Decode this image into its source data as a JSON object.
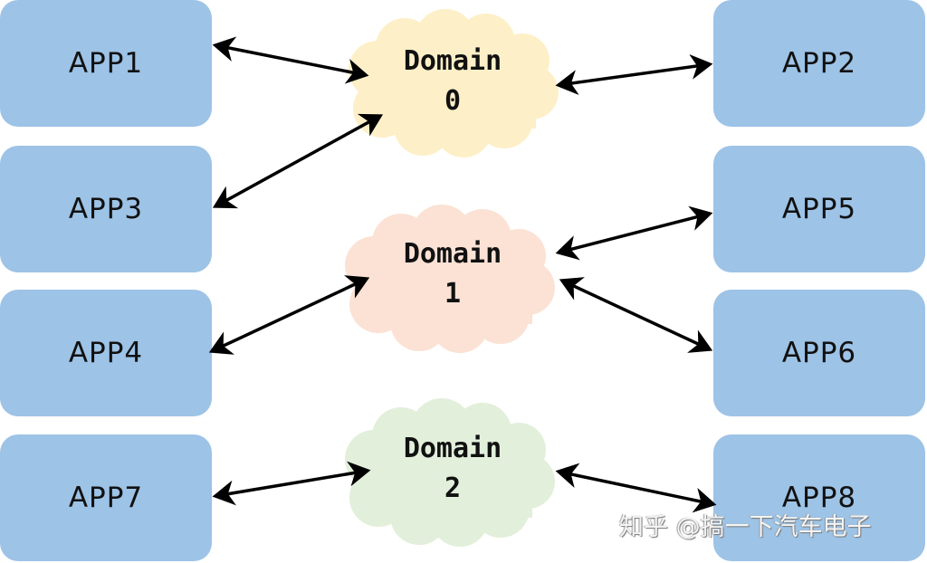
{
  "apps": [
    {
      "id": "app1",
      "label": "APP1"
    },
    {
      "id": "app2",
      "label": "APP2"
    },
    {
      "id": "app3",
      "label": "APP3"
    },
    {
      "id": "app4",
      "label": "APP4"
    },
    {
      "id": "app5",
      "label": "APP5"
    },
    {
      "id": "app6",
      "label": "APP6"
    },
    {
      "id": "app7",
      "label": "APP7"
    },
    {
      "id": "app8",
      "label": "APP8"
    }
  ],
  "domains": [
    {
      "id": "domain0",
      "line1": "Domain",
      "line2": "0",
      "color": "#fdf0c8",
      "connects": [
        "APP1",
        "APP3",
        "APP2"
      ]
    },
    {
      "id": "domain1",
      "line1": "Domain",
      "line2": "1",
      "color": "#fbe2d5",
      "connects": [
        "APP4",
        "APP5",
        "APP6"
      ]
    },
    {
      "id": "domain2",
      "line1": "Domain",
      "line2": "2",
      "color": "#e2efda",
      "connects": [
        "APP7",
        "APP8"
      ]
    }
  ],
  "colors": {
    "app_box": "#9dc3e6",
    "arrow": "#000000"
  },
  "watermark": "知乎 @搞一下汽车电子"
}
